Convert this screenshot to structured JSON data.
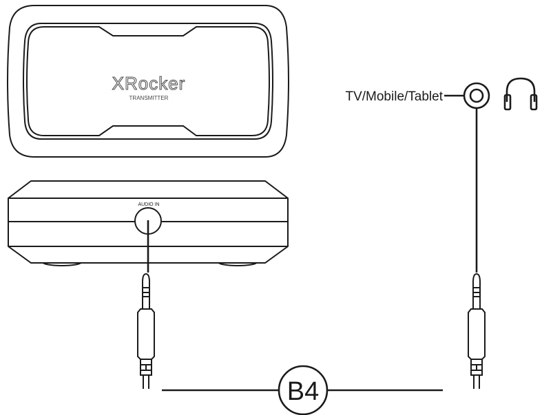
{
  "device": {
    "logo": "XRocker",
    "model_label": "TRANSMITTER",
    "port_label": "AUDIO IN"
  },
  "source_label": "TV/Mobile/Tablet",
  "cable_label": "B4",
  "icons": [
    "audio-jack-icon",
    "headphones-icon",
    "audio-plug-icon"
  ]
}
